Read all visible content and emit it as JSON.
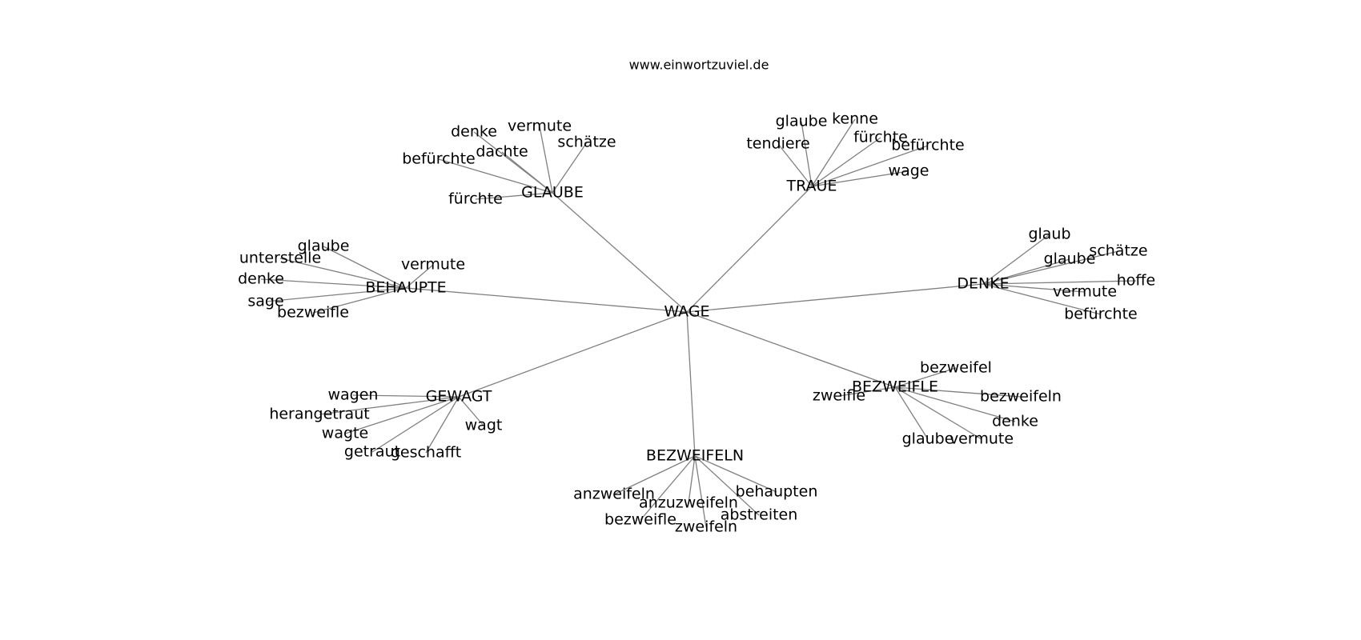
{
  "caption": "www.einwortzuviel.de",
  "colors": {
    "edge": "#808080",
    "text": "#000000",
    "background": "#ffffff"
  },
  "graph": {
    "root": "WAGE",
    "hubs": [
      {
        "id": "glaube",
        "label": "GLAUBE",
        "leaves": [
          "denke",
          "vermute",
          "dachte",
          "schätze",
          "befürchte",
          "fürchte"
        ]
      },
      {
        "id": "traue",
        "label": "TRAUE",
        "leaves": [
          "glaube",
          "kenne",
          "tendiere",
          "fürchte",
          "befürchte",
          "wage"
        ]
      },
      {
        "id": "behaupte",
        "label": "BEHAUPTE",
        "leaves": [
          "glaube",
          "unterstelle",
          "vermute",
          "denke",
          "sage",
          "bezweifle"
        ]
      },
      {
        "id": "denke",
        "label": "DENKE",
        "leaves": [
          "glaub",
          "glaube",
          "schätze",
          "hoffe",
          "vermute",
          "befürchte"
        ]
      },
      {
        "id": "gewagt",
        "label": "GEWAGT",
        "leaves": [
          "wagen",
          "herangetraut",
          "wagte",
          "wagt",
          "getraut",
          "geschafft"
        ]
      },
      {
        "id": "bezweifle",
        "label": "BEZWEIFLE",
        "leaves": [
          "bezweifel",
          "zweifle",
          "bezweifeln",
          "denke",
          "glaube",
          "vermute"
        ]
      },
      {
        "id": "bezweifeln",
        "label": "BEZWEIFELN",
        "leaves": [
          "anzweifeln",
          "behaupten",
          "anzuzweifeln",
          "abstreiten",
          "bezweifle",
          "zweifeln"
        ]
      }
    ]
  }
}
